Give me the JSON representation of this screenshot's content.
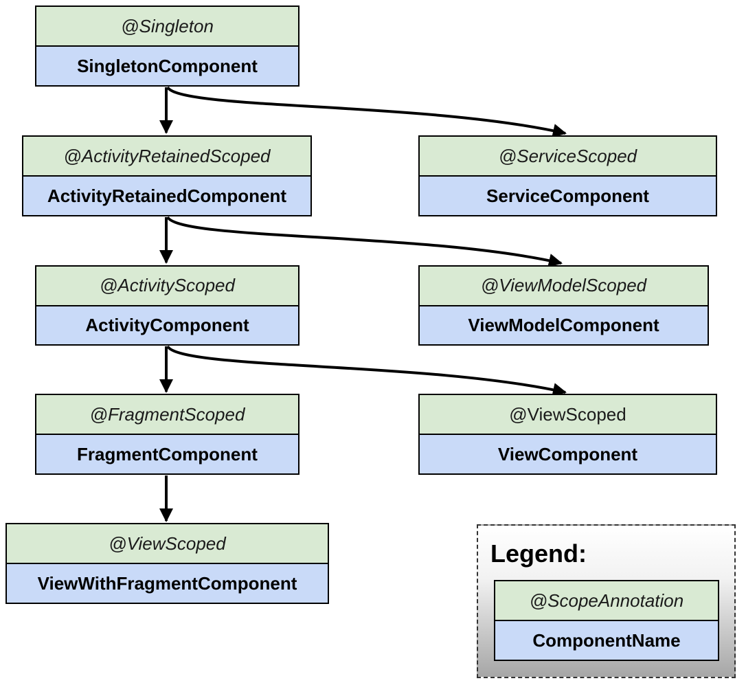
{
  "nodes": [
    {
      "id": "singleton",
      "scope": "@Singleton",
      "component": "SingletonComponent"
    },
    {
      "id": "activity-retained",
      "scope": "@ActivityRetainedScoped",
      "component": "ActivityRetainedComponent"
    },
    {
      "id": "service",
      "scope": "@ServiceScoped",
      "component": "ServiceComponent"
    },
    {
      "id": "activity",
      "scope": "@ActivityScoped",
      "component": "ActivityComponent"
    },
    {
      "id": "view-model",
      "scope": "@ViewModelScoped",
      "component": "ViewModelComponent"
    },
    {
      "id": "fragment",
      "scope": "@FragmentScoped",
      "component": "FragmentComponent"
    },
    {
      "id": "view",
      "scope": "@ViewScoped",
      "component": "ViewComponent"
    },
    {
      "id": "view-with-fragment",
      "scope": "@ViewScoped",
      "component": "ViewWithFragmentComponent"
    }
  ],
  "edges": [
    {
      "from": "singleton",
      "to": "activity-retained"
    },
    {
      "from": "singleton",
      "to": "service"
    },
    {
      "from": "activity-retained",
      "to": "activity"
    },
    {
      "from": "activity-retained",
      "to": "view-model"
    },
    {
      "from": "activity",
      "to": "fragment"
    },
    {
      "from": "activity",
      "to": "view"
    },
    {
      "from": "fragment",
      "to": "view-with-fragment"
    }
  ],
  "legend": {
    "title": "Legend:",
    "scope": "@ScopeAnnotation",
    "component": "ComponentName"
  },
  "colors": {
    "scope_fill": "#d9ead3",
    "component_fill": "#c9daf8",
    "border": "#000000"
  }
}
